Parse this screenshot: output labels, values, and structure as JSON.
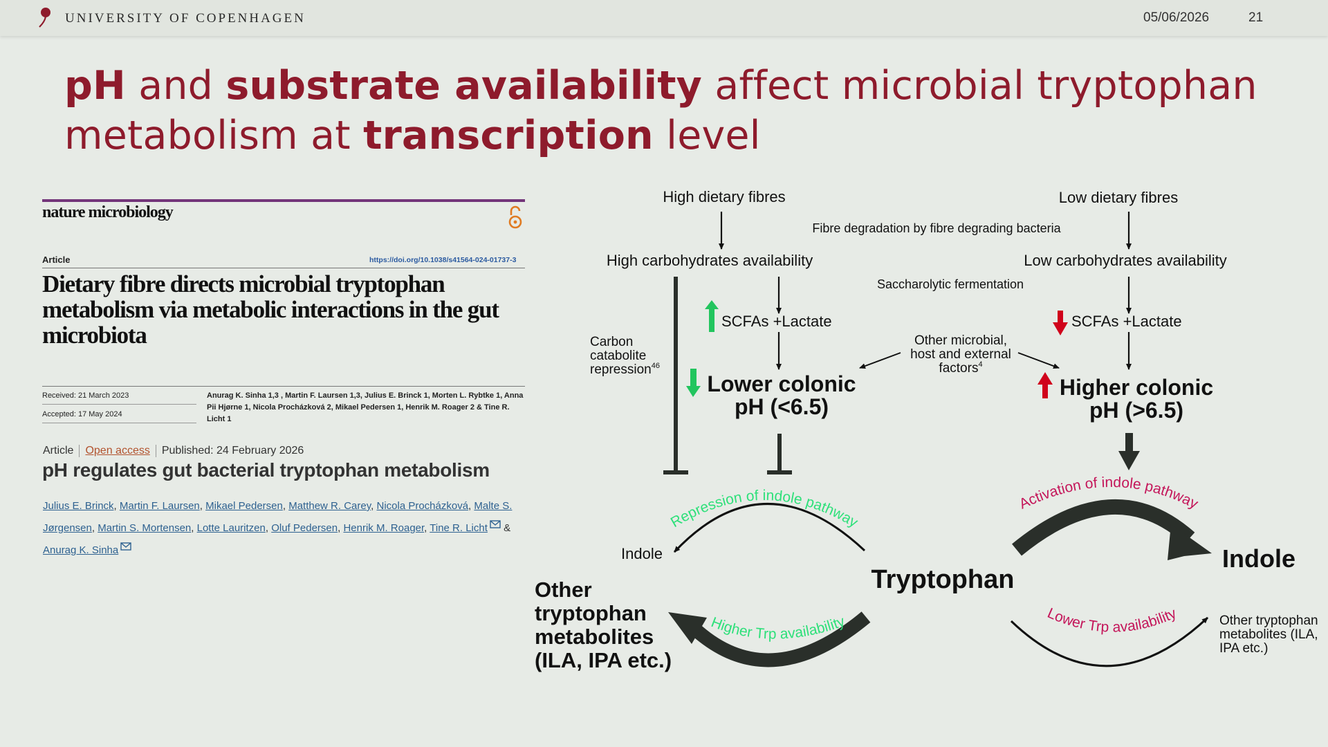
{
  "header": {
    "university": "UNIVERSITY OF COPENHAGEN",
    "date": "05/06/2026",
    "page_number": "21",
    "brand_color": "#8e1b2c"
  },
  "slide": {
    "title_parts": [
      "pH",
      " and ",
      "substrate availability",
      " affect microbial tryptophan metabolism at ",
      "transcription",
      " level"
    ]
  },
  "paper1": {
    "journal": "nature microbiology",
    "open_access_icon": "open-lock-icon",
    "kind": "Article",
    "doi": "https://doi.org/10.1038/s41564-024-01737-3",
    "title": "Dietary fibre directs microbial tryptophan metabolism via metabolic interactions in the gut microbiota",
    "received": "Received: 21 March 2023",
    "accepted": "Accepted: 17 May 2024",
    "authors": "Anurag K. Sinha 1,3 , Martin F. Laursen 1,3, Julius E. Brinck 1, Morten L. Rybtke 1, Anna Pii Hjørne 1, Nicola Procházková 2, Mikael Pedersen 1, Henrik M. Roager 2 & Tine R. Licht 1"
  },
  "paper2": {
    "kind": "Article",
    "access": "Open access",
    "published": "Published: 24 February 2026",
    "title": "pH regulates gut bacterial tryptophan metabolism",
    "authors": [
      "Julius E. Brinck",
      "Martin F. Laursen",
      "Mikael Pedersen",
      "Matthew R. Carey",
      "Nicola Procházková",
      "Malte S. Jørgensen",
      "Martin S. Mortensen",
      "Lotte Lauritzen",
      "Oluf Pedersen",
      "Henrik M. Roager",
      "Tine R. Licht",
      "Anurag K. Sinha"
    ],
    "and_sign": "&"
  },
  "diagram": {
    "high_fibres": "High dietary fibres",
    "low_fibres": "Low dietary fibres",
    "fibre_degradation": "Fibre degradation by fibre degrading bacteria",
    "high_carbs": "High carbohydrates availability",
    "low_carbs": "Low carbohydrates availability",
    "saccharolytic": "Saccharolytic fermentation",
    "scfa_left": "SCFAs +Lactate",
    "scfa_right": "SCFAs +Lactate",
    "carbon_catabolite": [
      "Carbon",
      "catabolite",
      "repression"
    ],
    "carbon_ref": "46",
    "other_factors": [
      "Other microbial,",
      "host and external",
      "factors"
    ],
    "other_ref": "4",
    "lower_ph": [
      "Lower colonic",
      "pH (<6.5)"
    ],
    "higher_ph": [
      "Higher colonic",
      "pH (>6.5)"
    ],
    "repression": "Repression of indole pathway",
    "activation": "Activation of indole pathway",
    "indole_left": "Indole",
    "indole_right": "Indole",
    "tryptophan": "Tryptophan",
    "higher_trp": "Higher Trp availability",
    "lower_trp": "Lower Trp availability",
    "other_metabolites_left": [
      "Other",
      "tryptophan",
      "metabolites",
      "(ILA, IPA etc.)"
    ],
    "other_metabolites_right": [
      "Other tryptophan",
      "metabolites (ILA,",
      "IPA etc.)"
    ],
    "colors": {
      "green": "#22c55e",
      "green_text": "#2ee07a",
      "red": "#d0021b",
      "magenta": "#c4165a",
      "dark_arrow": "#2a2f2a"
    }
  }
}
